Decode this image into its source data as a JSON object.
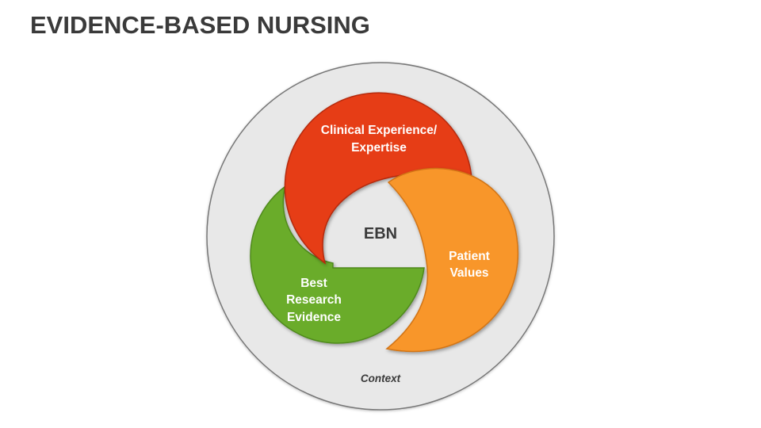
{
  "title": "EVIDENCE-BASED NURSING",
  "diagram": {
    "center_label": "EBN",
    "context_label": "Context",
    "segments": [
      {
        "key": "clinical",
        "lines": [
          "Clinical Experience/",
          "Expertise"
        ],
        "color": "#E63C16"
      },
      {
        "key": "patient",
        "lines": [
          "Patient",
          "Values"
        ],
        "color": "#F8962B"
      },
      {
        "key": "research",
        "lines": [
          "Best",
          "Research",
          "Evidence"
        ],
        "color": "#6AAC2A"
      }
    ],
    "colors": {
      "outer_circle": "#E8E8E8",
      "title_text": "#3A3A3A",
      "segment_text": "#FFFFFF",
      "center_text": "#3A3A3A"
    }
  }
}
